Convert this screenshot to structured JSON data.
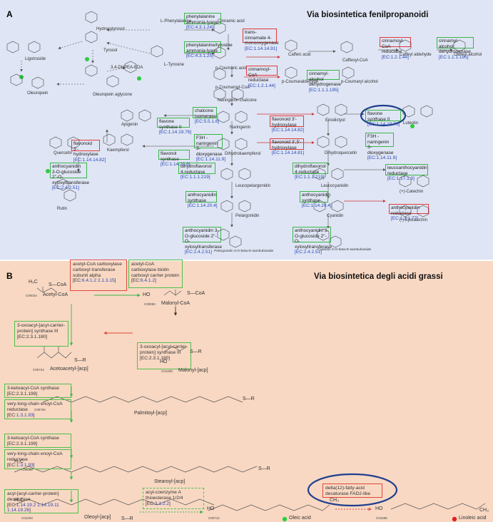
{
  "panel_a": {
    "label": "A",
    "title": "Via biosintetica fenilpropanoidi",
    "compounds": {
      "phenylalanine": "L-Phenylalanine",
      "cinnamic": "Cinnamic acid",
      "tyrosine": "L-Tyrosine",
      "coumaric": "p-Coumaric acid",
      "coumaroyl_coa": "p-Coumaroyl-CoA",
      "caffeic": "Caffeic acid",
      "caffeoyl_coa": "Caffeoyl-CoA",
      "caffeyl_aldehyde": "Caffeyl aldehyde",
      "caffeyl_alcohol": "Caffeyl alcohol",
      "coumaraldehyde": "p-Coumaraldehyde",
      "coumaryl_alcohol": "p-Coumaryl alcohol",
      "chalcone": "Naringenin chalcone",
      "naringenin": "Naringenin",
      "apigenin": "Apigenin",
      "eriodictyol": "Eriodictyol",
      "luteolin": "Luteolin",
      "dihydrokaempferol": "Dihydrokaempferol",
      "dihydroquercetin": "Dihydroquercetin",
      "kaempferol": "Kaempferol",
      "quercetin": "Quercetin",
      "rutin": "Rutin",
      "leucopelargonidin": "Leucopelargonidin",
      "leucocyanidin": "Leucocyanidin",
      "pelargonidin": "Pelargonidin",
      "cyanidin": "Cyanidin",
      "catechin": "(+)-Catechin",
      "epicatechin": "(-)-Epicatechin",
      "pelargonidin_glc": "Pelargonidin 3-O-beta-D-sambubioside",
      "cyanidin_glc": "Cyanidin 3-O-beta-D-sambubioside",
      "hydroxytyrosol": "Hydroxytyrosol",
      "tyrosol": "Tyrosol",
      "oleuropein": "Oleuropein",
      "ligstroside": "Ligstroside",
      "oleuropein_aglycone": "Oleuropein aglycone",
      "dhea": "3,4-DHPEA-EDA"
    },
    "enzymes": {
      "pal1": "phenylalanine ammonia-lyase",
      "pal1_ec": "[EC:4.3.1.24]",
      "pal2": "phenylalanine/tyrosine ammonia-lyase",
      "pal2_ec": "[EC:4.3.1.25]",
      "c4h": "trans-cinnamate 4-monooxygenase",
      "c4h_ec": "[EC:1.14.14.91]",
      "ccr": "cinnamoyl-CoA reductase",
      "ccr_ec": "[EC:1.2.1.44]",
      "ccr2": "cinnamoyl-CoA reductase",
      "ccr2_ec": "[EC:1.2.1.44]",
      "cad": "cinnamyl-alcohol dehydrogenase",
      "cad_ec": "[EC:1.1.1.195]",
      "cad2": "cinnamyl-alcohol dehydrogenase",
      "cad2_ec": "[EC:1.1.1.195]",
      "chi": "chalcone isomerase",
      "chi_ec": "[EC:5.5.1.6]",
      "fns": "flavone synthase II",
      "fns_ec": "[EC:1.14.19.76]",
      "fns2": "flavone synthase II",
      "fns2_ec": "[EC:1.14.19.76]",
      "f3h": "F3H - naringenin 3-dioxygenase",
      "f3h_ec": "[EC:1.14.11.9]",
      "f3h2": "F3H - naringenin 3-dioxygenase",
      "f3h2_ec": "[EC:1.14.11.9]",
      "f3h3": "flavonoid 3'-hydroxylase",
      "f3h3_ec": "[EC:1.14.14.82]",
      "f3h4": "flavonoid 3',5'-hydroxylase",
      "f3h4_ec": "[EC:1.14.14.81]",
      "f3h5": "flavonoid 3'-hydroxylase",
      "f3h5_ec": "[EC:1.14.14.82]",
      "fls": "flavonol synthase",
      "fls_ec": "[EC:1.14.20.6]",
      "dfr": "dihydroflavonol 4-reductase",
      "dfr_ec": "[EC:1.1.1.219]",
      "dfr2": "dihydroflavonol 4-reductase",
      "dfr2_ec": "[EC:1.1.1.219]",
      "ans": "anthocyanidin synthase",
      "ans_ec": "[EC:1.14.20.4]",
      "ans2": "anthocyanidin synthase",
      "ans2_ec": "[EC:1.14.20.4]",
      "lar": "leucoanthocyanidin reductase",
      "lar_ec": "[EC:1.17.1.3]",
      "anr": "anthocyanidin reductase",
      "anr_ec": "[EC:1.3.1.77]",
      "a3g": "anthocyanidin 3-O-glucoside 2''-O-xylosyltransferase",
      "a3g_ec": "[EC:2.4.2.51]",
      "a3g2": "anthocyanidin 3-O-glucoside 2''-O-xylosyltransferase",
      "a3g2_ec": "[EC:2.4.2.51]",
      "a3g3": "anthocyanidin 3-O-glucoside 2''-O-xylosyltransferase",
      "a3g3_ec": "[EC:2.4.2.51]"
    },
    "cids": [
      "C00079",
      "C00423",
      "C00082",
      "C00811",
      "C00223",
      "C01197",
      "C00323",
      "C05619",
      "C12204",
      "C16257",
      "C06561",
      "C09762",
      "C16362",
      "C00509",
      "C01477",
      "C01514",
      "C05631",
      "C00974",
      "C05906",
      "C05905",
      "C01617",
      "C00389",
      "C01750",
      "C08604",
      "C05908",
      "C06562",
      "C09727",
      "C12137",
      "C12136"
    ]
  },
  "panel_b": {
    "label": "B",
    "title": "Via biosintetica degli acidi grassi",
    "acc_box": {
      "name": "acetyl-CoA carboxylase carboxyl transferase subunit alpha",
      "ec_prefix": "[EC:",
      "ec_links": "6.4.1.2 2.1.3.15",
      "ec_suffix": "]"
    },
    "bccp_box": {
      "name": "acetyl-CoA carboxylase biotin carboxyl carrier protein",
      "ec_prefix": "[EC:",
      "ec_links": "6.4.1.2",
      "ec_suffix": "]"
    },
    "kas3_left": {
      "name": "3-oxoacyl-[acyl-carrier-protein] synthase III",
      "ec": "[EC:2.3.1.180]"
    },
    "kas3_center": {
      "name": "3-oxoacyl-[acyl-carrier-protein] synthase III",
      "ec": "[EC:2.3.1.180]"
    },
    "kcs1": {
      "name": "3-ketoacyl-CoA synthase",
      "ec": "[EC:2.3.1.199]"
    },
    "vlc1": {
      "name": "very-long-chain enoyl-CoA reductase",
      "ec_prefix": "[EC:",
      "ec_links": "1.3.1.93",
      "ec_suffix": "]"
    },
    "kcs2": {
      "name": "3-ketoacyl-CoA synthase",
      "ec": "[EC:2.3.1.199]"
    },
    "vlc2": {
      "name": "very-long-chain enoyl-CoA reductase",
      "ec_prefix": "[EC:",
      "ec_links": "1.3.1.93",
      "ec_suffix": "]"
    },
    "sad": {
      "name": "acyl-[acyl-carrier-protein] desaturase",
      "ec_prefix": "[EC:",
      "ec_links": "1.14.19.2 1.14.19.11 1.14.19.26",
      "ec_suffix": "]"
    },
    "ath": {
      "name": "acyl-coenzyme A thioesterase 1/2/4",
      "ec_prefix": "[EC:",
      "ec_links": "3.1.2.2",
      "ec_suffix": "]"
    },
    "fad2": {
      "name": "delta(12)-fatty-acid desaturase FAD2-like"
    },
    "compounds": {
      "acetyl_coa_id": "C00024",
      "acetyl_coa": "Acetyl-CoA",
      "malonyl_coa_id": "C00083",
      "malonyl_coa": "Malonyl-CoA",
      "acetoacetyl_id": "C05744",
      "acetoacetyl": "Acetoacetyl-[acp]",
      "malonyl_acp_id": "C01209",
      "malonyl_acp": "Malonyl-[acp]",
      "palmitoyl_id": "C05764",
      "palmitoyl": "Palmitoyl-[acp]",
      "stearoyl_id": "C04088",
      "stearoyl": "Stearoyl-[acp]",
      "oleoyl_id": "C01203",
      "oleoyl": "Oleoyl-[acp]",
      "oleic_id": "C00712",
      "oleic": "Oleic acid",
      "linoleic_id": "C01595",
      "linoleic": "Linoleic acid",
      "h3c": "H₃C",
      "scoa": "S—CoA",
      "sr": "S—R",
      "ho": "HO",
      "o": "O",
      "ch3": "CH₃"
    }
  },
  "colors": {
    "panel_a_bg": "#dfe5f4",
    "panel_b_bg": "#f8d8c3",
    "enzyme_present": "#3bb54a",
    "enzyme_absent": "#e03a3a",
    "highlight_ellipse": "#1f3f8f",
    "oleic_dot": "#2ecc40",
    "linoleic_dot": "#e02020",
    "ec_link": "#2a48b8"
  }
}
